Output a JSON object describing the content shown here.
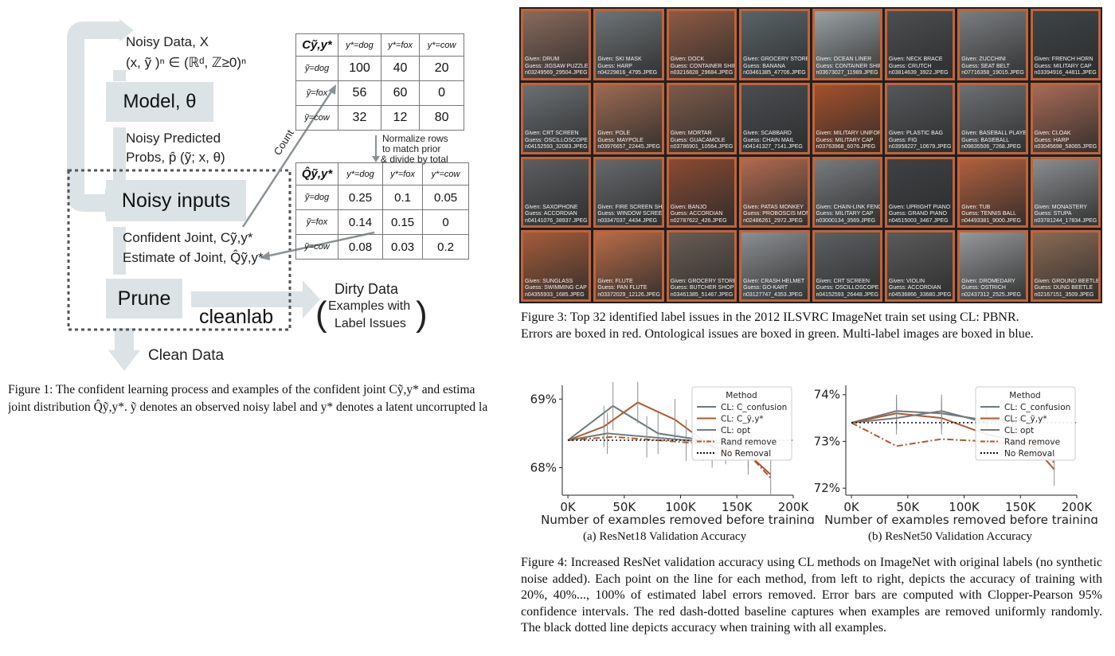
{
  "figure1": {
    "labels": {
      "noisy_data": "Noisy Data, X",
      "noisy_data_math": "(x, ỹ )ⁿ ∈ (ℝᵈ, ℤ≥0)ⁿ",
      "model": "Model, θ",
      "noisy_pred_1": "Noisy Predicted",
      "noisy_pred_2": "Probs, p̂ (ỹ; x, θ)",
      "noisy_inputs": "Noisy inputs",
      "confident_joint": "Confident Joint, Cỹ,y*",
      "estimate_joint": "Estimate of Joint, Q̂ỹ,y*",
      "prune": "Prune",
      "cleanlab": "cleanlab",
      "dirty_data": "Dirty Data",
      "dirty_sub_1": "Examples with",
      "dirty_sub_2": "Label Issues",
      "clean_data": "Clean Data",
      "count": "Count",
      "normalize_1": "Normalize rows",
      "normalize_2": "to match prior",
      "normalize_3": "& divide by total"
    },
    "c_table": {
      "corner": "Cỹ,y*",
      "headers": [
        "y*=dog",
        "y*=fox",
        "y*=cow"
      ],
      "rows": [
        {
          "label": "ỹ=dog",
          "values": [
            "100",
            "40",
            "20"
          ]
        },
        {
          "label": "ỹ=fox",
          "values": [
            "56",
            "60",
            "0"
          ]
        },
        {
          "label": "ỹ=cow",
          "values": [
            "32",
            "12",
            "80"
          ]
        }
      ]
    },
    "q_table": {
      "corner": "Q̂ỹ,y*",
      "headers": [
        "y*=dog",
        "y*=fox",
        "y*=cow"
      ],
      "rows": [
        {
          "label": "ỹ=dog",
          "values": [
            "0.25",
            "0.1",
            "0.05"
          ]
        },
        {
          "label": "ỹ=fox",
          "values": [
            "0.14",
            "0.15",
            "0"
          ]
        },
        {
          "label": "ỹ=cow",
          "values": [
            "0.08",
            "0.03",
            "0.2"
          ]
        }
      ]
    },
    "caption_1": "Figure 1: The confident learning process and examples of the confident joint Cỹ,y* and estima",
    "caption_2": "joint distribution Q̂ỹ,y*. ỹ denotes an observed noisy label and y* denotes a latent uncorrupted la"
  },
  "figure3": {
    "tiles": [
      {
        "given": "Given: DRUM",
        "guess": "Guess: JIGSAW PUZZLE",
        "file": "n03249569_29504.JPEG",
        "color": "#8a6a5c"
      },
      {
        "given": "Given: SKI MASK",
        "guess": "Guess: HARP",
        "file": "n04229816_4795.JPEG",
        "color": "#6e7476"
      },
      {
        "given": "Given: DOCK",
        "guess": "Guess: CONTAINER SHIP",
        "file": "n03216828_29684.JPEG",
        "color": "#8e5a44"
      },
      {
        "given": "Given: GROCERY STORE",
        "guess": "Guess: BANANA",
        "file": "n03461385_47706.JPEG",
        "color": "#5a6468"
      },
      {
        "given": "Given: OCEAN LINER",
        "guess": "Guess: CONTAINER SHIP",
        "file": "n03673027_11989.JPEG",
        "color": "#9aa2a4"
      },
      {
        "given": "Given: NECK BRACE",
        "guess": "Guess: CRUTCH",
        "file": "n03814639_3922.JPEG",
        "color": "#4c4e50"
      },
      {
        "given": "Given: ZUCCHINI",
        "guess": "Guess: SEAT BELT",
        "file": "n07716358_19015.JPEG",
        "color": "#7a7e80"
      },
      {
        "given": "Given: FRENCH HORN",
        "guess": "Guess: MILITARY CAP",
        "file": "n03394916_44811.JPEG",
        "color": "#3e4446"
      },
      {
        "given": "Given: CRT SCREEN",
        "guess": "Guess: OSCILLOSCOPE",
        "file": "n04152593_32083.JPEG",
        "color": "#6a7072"
      },
      {
        "given": "Given: POLE",
        "guess": "Guess: MAYPOLE",
        "file": "n03976657_22445.JPEG",
        "color": "#9c6a52"
      },
      {
        "given": "Given: MORTAR",
        "guess": "Guess: GUACAMOLE",
        "file": "n03786901_10564.JPEG",
        "color": "#7c5a4a"
      },
      {
        "given": "Given: SCABBARD",
        "guess": "Guess: CHAIN MAIL",
        "file": "n04141327_7141.JPEG",
        "color": "#4a4e52"
      },
      {
        "given": "Given: MILITARY UNIFORM",
        "guess": "Guess: MILITARY CAP",
        "file": "n03763968_6076.JPEG",
        "color": "#a4502c"
      },
      {
        "given": "Given: PLASTIC BAG",
        "guess": "Guess: FIG",
        "file": "n03958227_10679.JPEG",
        "color": "#54585a"
      },
      {
        "given": "Given: BASEBALL PLAYER",
        "guess": "Guess: BASEBALL",
        "file": "n09835506_7268.JPEG",
        "color": "#6c7072"
      },
      {
        "given": "Given: CLOAK",
        "guess": "Guess: HARP",
        "file": "n03045698_58065.JPEG",
        "color": "#a86a56"
      },
      {
        "given": "Given: SAXOPHONE",
        "guess": "Guess: ACCORDIAN",
        "file": "n04141076_38937.JPEG",
        "color": "#5c5e60"
      },
      {
        "given": "Given: FIRE SCREEN SHEET",
        "guess": "Guess: WINDOW SCREEN",
        "file": "n03347037_4434.JPEG",
        "color": "#666a6c"
      },
      {
        "given": "Given: BANJO",
        "guess": "Guess: ACCORDIAN",
        "file": "n02787622_426.JPEG",
        "color": "#8a4a32"
      },
      {
        "given": "Given: PATAS MONKEY",
        "guess": "Guess: PROBOSCIS MONKEY",
        "file": "n02486261_2972.JPEG",
        "color": "#b06a50"
      },
      {
        "given": "Given: CHAIN-LINK FENCE",
        "guess": "Guess: MILITARY CAP",
        "file": "n03000134_3569.JPEG",
        "color": "#787c7e"
      },
      {
        "given": "Given: UPRIGHT PIANO",
        "guess": "Guess: GRAND PIANO",
        "file": "n04515003_3467.JPEG",
        "color": "#3e4244"
      },
      {
        "given": "Given: TUB",
        "guess": "Guess: TENNIS BALL",
        "file": "n04493381_9000.JPEG",
        "color": "#b0603e"
      },
      {
        "given": "Given: MONASTERY",
        "guess": "Guess: STUPA",
        "file": "n03781244_17834.JPEG",
        "color": "#8a8e90"
      },
      {
        "given": "Given: SUNGLASS",
        "guess": "Guess: SWIMMING CAP",
        "file": "n04355933_1685.JPEG",
        "color": "#a45c3a"
      },
      {
        "given": "Given: FLUTE",
        "guess": "Guess: PAN FLUTE",
        "file": "n03372029_12126.JPEG",
        "color": "#b86c48"
      },
      {
        "given": "Given: GROCERY STORE",
        "guess": "Guess: BUTCHER SHOP",
        "file": "n03461385_51467.JPEG",
        "color": "#6a5c54"
      },
      {
        "given": "Given: CRASH HELMET",
        "guess": "Guess: GO-KART",
        "file": "n03127747_4353.JPEG",
        "color": "#8c9092"
      },
      {
        "given": "Given: CRT SCREEN",
        "guess": "Guess: OSCILLOSCOPE",
        "file": "n04152593_26448.JPEG",
        "color": "#5c6062"
      },
      {
        "given": "Given: VIOLIN",
        "guess": "Guess: ACCORDIAN",
        "file": "n04536866_33680.JPEG",
        "color": "#5a5a5a"
      },
      {
        "given": "Given: DROMEDARY",
        "guess": "Guess: OSTRICH",
        "file": "n02437312_2525.JPEG",
        "color": "#96989a"
      },
      {
        "given": "Given: GROUND BEETLE",
        "guess": "Guess: DUNG BEETLE",
        "file": "n02167151_3509.JPEG",
        "color": "#8a6a54"
      }
    ],
    "caption_1": "Figure 3: Top 32 identified label issues in the 2012 ILSVRC ImageNet train set using CL: PBNR.",
    "caption_2": "Errors are boxed in red. Ontological issues are boxed in green. Multi-label images are boxed in blue."
  },
  "figure4": {
    "caption": "Figure 4: Increased ResNet validation accuracy using CL methods on ImageNet with original labels (no synthetic noise added). Each point on the line for each method, from left to right, depicts the accuracy of training with 20%, 40%..., 100% of estimated label errors removed. Error bars are computed with Clopper-Pearson 95% confidence intervals. The red dash-dotted baseline captures when examples are removed uniformly randomly. The black dotted line depicts accuracy when training with all examples.",
    "caption_a": "(a) ResNet18 Validation Accuracy",
    "caption_b": "(b) ResNet50 Validation Accuracy"
  },
  "chart_data": [
    {
      "type": "line",
      "title": "",
      "xlabel": "Number of examples removed before training",
      "ylabel": "",
      "xlim": [
        -5000,
        200000
      ],
      "ylim": [
        67.6,
        69.2
      ],
      "x_ticks": [
        "0K",
        "50K",
        "100K",
        "150K",
        "200K"
      ],
      "y_ticks": [
        "68%",
        "69%"
      ],
      "legend_title": "Method",
      "legend_position": "upper-right",
      "series": [
        {
          "name": "CL: C_confusion",
          "style": "solid",
          "color": "#6b7a7e",
          "x": [
            0,
            40000,
            80000,
            120000,
            160000
          ],
          "y": [
            68.4,
            68.9,
            68.5,
            68.4,
            68.3
          ],
          "err": [
            0,
            0.35,
            0.3,
            0.3,
            0.3
          ]
        },
        {
          "name": "CL: C_ỹ,y*",
          "style": "solid",
          "color": "#b0582e",
          "x": [
            0,
            32000,
            62000,
            95000,
            128000,
            160000,
            180000
          ],
          "y": [
            68.4,
            68.6,
            68.95,
            68.7,
            68.3,
            68.2,
            67.9
          ],
          "err": [
            0,
            0.3,
            0.3,
            0.3,
            0.3,
            0.3,
            0.3
          ]
        },
        {
          "name": "CL: opt",
          "style": "solid",
          "color": "#6f7b7c",
          "x": [
            0,
            35000,
            70000,
            105000,
            140000
          ],
          "y": [
            68.4,
            68.5,
            68.45,
            68.4,
            68.35
          ],
          "err": [
            0,
            0.3,
            0.3,
            0.3,
            0.3
          ]
        },
        {
          "name": "Rand remove",
          "style": "dashdot",
          "color": "#b0582e",
          "x": [
            0,
            40000,
            80000,
            120000,
            160000,
            180000
          ],
          "y": [
            68.4,
            68.45,
            68.4,
            68.35,
            68.2,
            67.85
          ],
          "err": [
            0,
            0,
            0,
            0,
            0,
            0
          ]
        },
        {
          "name": "No Removal",
          "style": "dotted",
          "color": "#111111",
          "x": [
            0,
            200000
          ],
          "y": [
            68.4,
            68.4
          ],
          "err": [
            0,
            0
          ]
        }
      ]
    },
    {
      "type": "line",
      "title": "",
      "xlabel": "Number of examples removed before training",
      "ylabel": "",
      "xlim": [
        -5000,
        200000
      ],
      "ylim": [
        71.85,
        74.2
      ],
      "x_ticks": [
        "0K",
        "50K",
        "100K",
        "150K",
        "200K"
      ],
      "y_ticks": [
        "72%",
        "73%",
        "74%"
      ],
      "legend_title": "Method",
      "legend_position": "upper-right",
      "series": [
        {
          "name": "CL: C_confusion",
          "style": "solid",
          "color": "#6b7a7e",
          "x": [
            0,
            40000,
            80000,
            120000,
            160000
          ],
          "y": [
            73.4,
            73.65,
            73.6,
            73.45,
            73.45
          ],
          "err": [
            0,
            0.35,
            0.35,
            0.35,
            0.35
          ]
        },
        {
          "name": "CL: C_ỹ,y*",
          "style": "solid",
          "color": "#b0582e",
          "x": [
            0,
            40000,
            80000,
            120000,
            160000,
            180000
          ],
          "y": [
            73.4,
            73.6,
            73.5,
            73.15,
            72.95,
            72.4
          ],
          "err": [
            0,
            0.35,
            0.35,
            0.35,
            0.35,
            0.35
          ]
        },
        {
          "name": "CL: opt",
          "style": "solid",
          "color": "#6f7b7c",
          "x": [
            0,
            40000,
            80000,
            120000
          ],
          "y": [
            73.4,
            73.5,
            73.65,
            73.4
          ],
          "err": [
            0,
            0.35,
            0.35,
            0.35
          ]
        },
        {
          "name": "Rand remove",
          "style": "dashdot",
          "color": "#b0582e",
          "x": [
            0,
            40000,
            80000,
            120000,
            160000,
            180000
          ],
          "y": [
            73.4,
            72.9,
            73.05,
            73.0,
            72.9,
            72.55
          ],
          "err": [
            0,
            0,
            0,
            0,
            0,
            0
          ]
        },
        {
          "name": "No Removal",
          "style": "dotted",
          "color": "#111111",
          "x": [
            0,
            200000
          ],
          "y": [
            73.4,
            73.4
          ],
          "err": [
            0,
            0
          ]
        }
      ]
    }
  ]
}
